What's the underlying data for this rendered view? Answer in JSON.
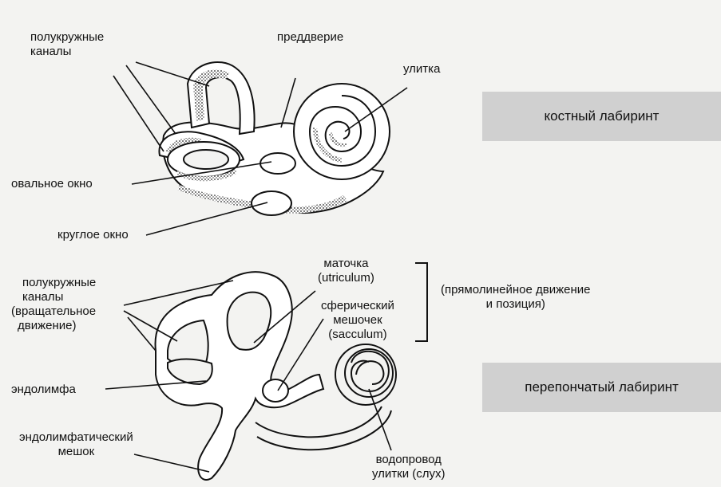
{
  "bony": {
    "semicircular": [
      "полукружные",
      "каналы"
    ],
    "vestibule": "преддверие",
    "cochlea": "улитка",
    "oval_window": "овальное окно",
    "round_window": "круглое окно",
    "banner": "костный лабиринт"
  },
  "membranous": {
    "semicircular": [
      "полукружные",
      "каналы",
      "(вращательное",
      "движение)"
    ],
    "utricle": [
      "маточка",
      "(utriculum)"
    ],
    "saccule": [
      "сферический",
      "мешочек",
      "(sacculum)"
    ],
    "bracket_note": [
      "(прямолинейное движение",
      "и позиция)"
    ],
    "endolymph": "эндолимфа",
    "endolymphatic_sac": [
      "эндолимфатический",
      "мешок"
    ],
    "cochlear_duct": [
      "водопровод",
      "улитки (слух)"
    ],
    "banner": "перепончатый лабиринт"
  }
}
